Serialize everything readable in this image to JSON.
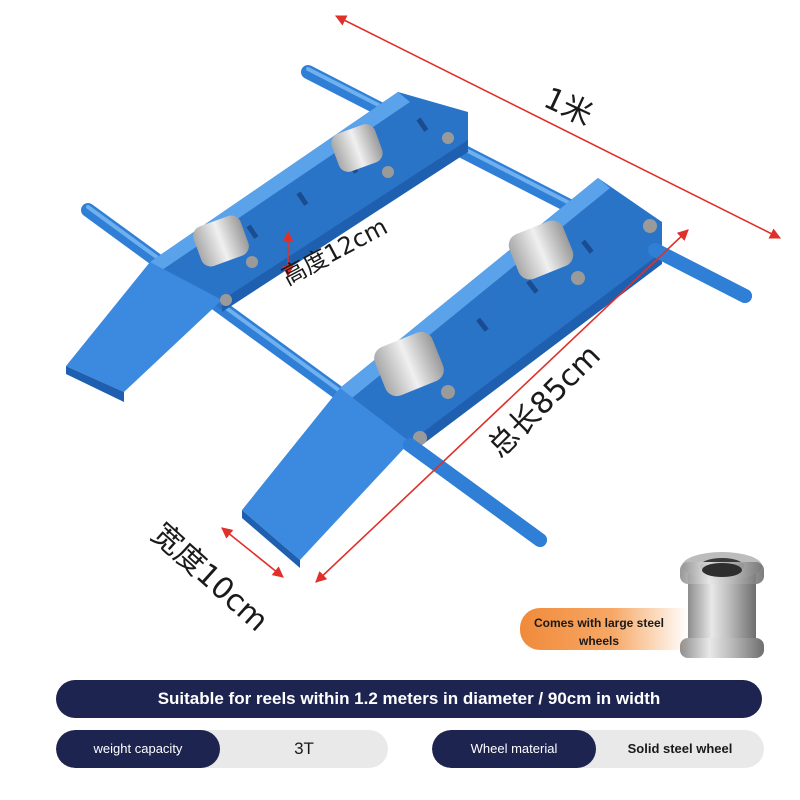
{
  "dimensions": {
    "overall": "1米",
    "height": "高度12cm",
    "length": "总长85cm",
    "width": "宽度10cm"
  },
  "callout": {
    "text": "Comes with large steel wheels"
  },
  "banner": {
    "text": "Suitable for reels within 1.2 meters in diameter / 90cm in width"
  },
  "specs": [
    {
      "label": "weight capacity",
      "value": "3T"
    },
    {
      "label": "Wheel material",
      "value": "Solid steel wheel"
    }
  ],
  "colors": {
    "frame_blue": "#2f7fd6",
    "frame_blue_dark": "#1f5fb0",
    "dimension_red": "#e0302a",
    "navy": "#1e2450",
    "callout_orange": "#f08a3a",
    "pill_gray": "#e9e9e9"
  }
}
